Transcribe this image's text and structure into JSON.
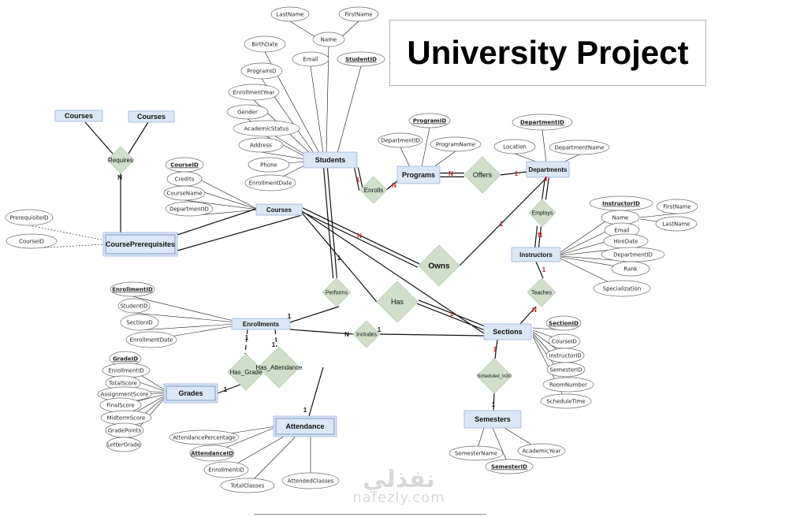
{
  "title": "University Project",
  "watermark": {
    "arabic": "نفذلي",
    "latin": "nafezly.com"
  },
  "colors": {
    "entity_fill": "#dbe6f7",
    "entity_stroke": "#a9bfdf",
    "relation_fill": "#cfdfca",
    "cardinality": "#cc1f1f"
  },
  "entities": [
    {
      "id": "courses_a",
      "label": "Courses"
    },
    {
      "id": "courses_b",
      "label": "Courses"
    },
    {
      "id": "courseprereq",
      "label": "CoursePrerequisites"
    },
    {
      "id": "students",
      "label": "Students"
    },
    {
      "id": "programs",
      "label": "Programs"
    },
    {
      "id": "departments",
      "label": "Departments"
    },
    {
      "id": "courses",
      "label": "Courses"
    },
    {
      "id": "instructors",
      "label": "Instructors"
    },
    {
      "id": "enrollments",
      "label": "Enrollments"
    },
    {
      "id": "sections",
      "label": "Sections"
    },
    {
      "id": "grades",
      "label": "Grades"
    },
    {
      "id": "attendance",
      "label": "Attendance"
    },
    {
      "id": "semesters",
      "label": "Semesters"
    }
  ],
  "relationships": [
    {
      "id": "requires",
      "label": "Requires"
    },
    {
      "id": "enrolls",
      "label": "Enrolls"
    },
    {
      "id": "offers",
      "label": "Offers"
    },
    {
      "id": "employs",
      "label": "Employs"
    },
    {
      "id": "owns",
      "label": "Owns"
    },
    {
      "id": "performs",
      "label": "Performs"
    },
    {
      "id": "has",
      "label": "Has"
    },
    {
      "id": "teaches",
      "label": "Teaches"
    },
    {
      "id": "includes",
      "label": "Includes"
    },
    {
      "id": "has_grade",
      "label": "Has_Grade"
    },
    {
      "id": "has_attendance",
      "label": "Has_Attendance"
    },
    {
      "id": "scheduled_in",
      "label": "Scheduled_In30"
    }
  ],
  "attributes": [
    {
      "label": "LastName",
      "key": false,
      "entity": "students"
    },
    {
      "label": "FirstName",
      "key": false,
      "entity": "students"
    },
    {
      "label": "Name",
      "key": false,
      "entity": "students"
    },
    {
      "label": "BirthDate",
      "key": false,
      "entity": "students"
    },
    {
      "label": "Email",
      "key": false,
      "entity": "students"
    },
    {
      "label": "StudentID",
      "key": true,
      "entity": "students"
    },
    {
      "label": "ProgramID",
      "key": false,
      "entity": "students"
    },
    {
      "label": "EnrollmentYear",
      "key": false,
      "entity": "students"
    },
    {
      "label": "Gender",
      "key": false,
      "entity": "students"
    },
    {
      "label": "AcademicStatus",
      "key": false,
      "entity": "students"
    },
    {
      "label": "Address",
      "key": false,
      "entity": "students"
    },
    {
      "label": "Phone",
      "key": false,
      "entity": "students"
    },
    {
      "label": "EnrollmentDate",
      "key": false,
      "entity": "students"
    },
    {
      "label": "ProgramID",
      "key": true,
      "entity": "programs"
    },
    {
      "label": "DepartmentID",
      "key": false,
      "entity": "programs"
    },
    {
      "label": "ProgramName",
      "key": false,
      "entity": "programs"
    },
    {
      "label": "DepartmentID",
      "key": true,
      "entity": "departments"
    },
    {
      "label": "Location",
      "key": false,
      "entity": "departments"
    },
    {
      "label": "DepartmentName",
      "key": false,
      "entity": "departments"
    },
    {
      "label": "CourseID",
      "key": true,
      "entity": "courses"
    },
    {
      "label": "Credits",
      "key": false,
      "entity": "courses"
    },
    {
      "label": "CourseName",
      "key": false,
      "entity": "courses"
    },
    {
      "label": "DepartmentID",
      "key": false,
      "entity": "courses"
    },
    {
      "label": "PrerequisiteID",
      "key": false,
      "entity": "courseprereq"
    },
    {
      "label": "CourseID",
      "key": false,
      "entity": "courseprereq"
    },
    {
      "label": "InstructorID",
      "key": true,
      "entity": "instructors"
    },
    {
      "label": "FirstName",
      "key": false,
      "entity": "instructors"
    },
    {
      "label": "Name",
      "key": false,
      "entity": "instructors"
    },
    {
      "label": "LastName",
      "key": false,
      "entity": "instructors"
    },
    {
      "label": "Email",
      "key": false,
      "entity": "instructors"
    },
    {
      "label": "HireDate",
      "key": false,
      "entity": "instructors"
    },
    {
      "label": "DepartmentID",
      "key": false,
      "entity": "instructors"
    },
    {
      "label": "Rank",
      "key": false,
      "entity": "instructors"
    },
    {
      "label": "Specialization",
      "key": false,
      "entity": "instructors"
    },
    {
      "label": "EnrollmentID",
      "key": true,
      "entity": "enrollments"
    },
    {
      "label": "StudentID",
      "key": false,
      "entity": "enrollments"
    },
    {
      "label": "SectionID",
      "key": false,
      "entity": "enrollments"
    },
    {
      "label": "EnrollmentDate",
      "key": false,
      "entity": "enrollments"
    },
    {
      "label": "SectionID",
      "key": true,
      "entity": "sections"
    },
    {
      "label": "CourseID",
      "key": false,
      "entity": "sections"
    },
    {
      "label": "InstructorID",
      "key": false,
      "entity": "sections"
    },
    {
      "label": "SemesterID",
      "key": false,
      "entity": "sections"
    },
    {
      "label": "RoomNumber",
      "key": false,
      "entity": "sections"
    },
    {
      "label": "ScheduleTime",
      "key": false,
      "entity": "sections"
    },
    {
      "label": "GradeID",
      "key": true,
      "entity": "grades"
    },
    {
      "label": "EnrollmentID",
      "key": false,
      "entity": "grades"
    },
    {
      "label": "TotalScore",
      "key": false,
      "entity": "grades"
    },
    {
      "label": "AssignmentScore",
      "key": false,
      "entity": "grades"
    },
    {
      "label": "FinalScore",
      "key": false,
      "entity": "grades"
    },
    {
      "label": "MidtermScore",
      "key": false,
      "entity": "grades"
    },
    {
      "label": "GradePoints",
      "key": false,
      "entity": "grades"
    },
    {
      "label": "LetterGrade",
      "key": false,
      "entity": "grades"
    },
    {
      "label": "AttendancePercentage",
      "key": false,
      "entity": "attendance"
    },
    {
      "label": "AttendanceID",
      "key": true,
      "entity": "attendance"
    },
    {
      "label": "EnrollmentID",
      "key": false,
      "entity": "attendance"
    },
    {
      "label": "TotalClasses",
      "key": false,
      "entity": "attendance"
    },
    {
      "label": "AttendedClasses",
      "key": false,
      "entity": "attendance"
    },
    {
      "label": "SemesterName",
      "key": false,
      "entity": "semesters"
    },
    {
      "label": "SemesterID",
      "key": true,
      "entity": "semesters"
    },
    {
      "label": "AcademicYear",
      "key": false,
      "entity": "semesters"
    }
  ],
  "cardinalities": [
    {
      "label": "N"
    },
    {
      "label": "1"
    },
    {
      "label": "N"
    },
    {
      "label": "N"
    },
    {
      "label": "1"
    },
    {
      "label": "4"
    },
    {
      "label": "N"
    },
    {
      "label": "1"
    },
    {
      "label": "N"
    },
    {
      "label": "1"
    },
    {
      "label": "1"
    },
    {
      "label": "N"
    },
    {
      "label": "1"
    },
    {
      "label": "1"
    },
    {
      "label": "1"
    },
    {
      "label": "1"
    },
    {
      "label": "1"
    },
    {
      "label": "1"
    },
    {
      "label": "N"
    },
    {
      "label": "1"
    },
    {
      "label": "1"
    },
    {
      "label": "1"
    }
  ]
}
